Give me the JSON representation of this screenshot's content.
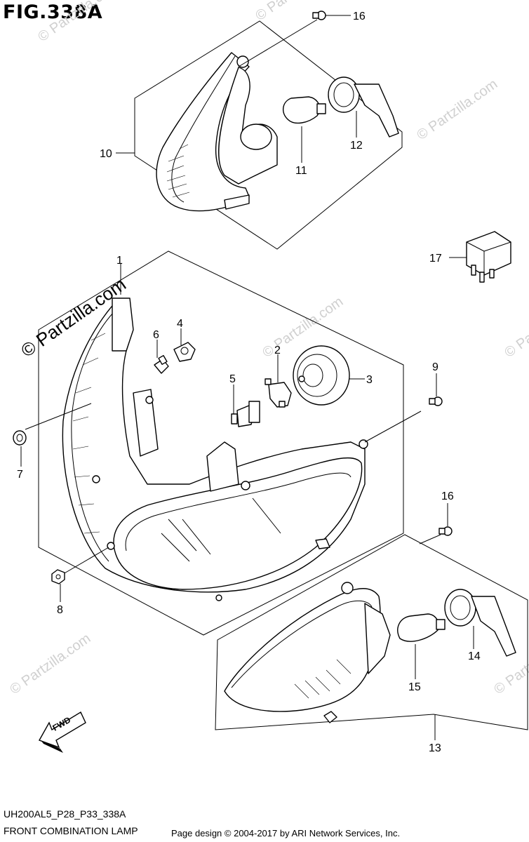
{
  "figure": {
    "title": "FIG.338A",
    "code": "UH200AL5_P28_P33_338A",
    "name": "FRONT COMBINATION LAMP",
    "credit": "Page design © 2004-2017 by ARI Network Services, Inc.",
    "watermark_main": "© Partzilla.com",
    "watermark_faint": "© Partzilla.com",
    "fwd_label": "FWD"
  },
  "callouts": {
    "c1": "1",
    "c2": "2",
    "c3": "3",
    "c4": "4",
    "c5": "5",
    "c6": "6",
    "c7": "7",
    "c8": "8",
    "c9": "9",
    "c10": "10",
    "c11": "11",
    "c12": "12",
    "c13": "13",
    "c14": "14",
    "c15": "15",
    "c16a": "16",
    "c16b": "16",
    "c17": "17"
  }
}
